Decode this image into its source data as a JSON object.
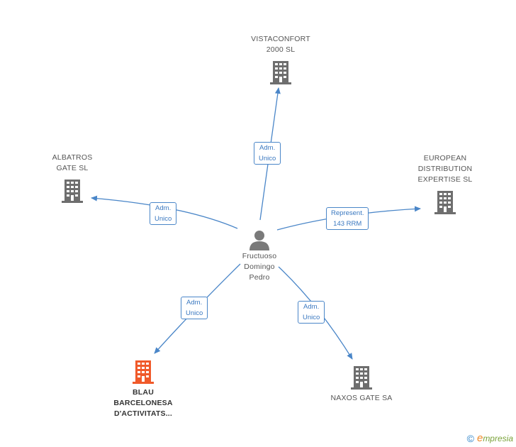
{
  "colors": {
    "edge": "#4a86c8",
    "company": "#6e6e6e",
    "highlight_company": "#f05a2a",
    "person": "#7a7a7a"
  },
  "center": {
    "name": "Fructuoso\nDomingo\nPedro",
    "icon": "person-icon"
  },
  "companies": {
    "vistaconfort": {
      "name": "VISTACONFORT\n2000  SL",
      "icon": "building-icon"
    },
    "albatros": {
      "name": "ALBATROS\nGATE SL",
      "icon": "building-icon"
    },
    "european": {
      "name": "EUROPEAN\nDISTRIBUTION\nEXPERTISE SL",
      "icon": "building-icon"
    },
    "blau": {
      "name": "BLAU\nBARCELONESA\nD'ACTIVITATS...",
      "icon": "building-icon"
    },
    "naxos": {
      "name": "NAXOS GATE SA",
      "icon": "building-icon"
    }
  },
  "relations": {
    "vistaconfort": "Adm.\nUnico",
    "albatros": "Adm.\nUnico",
    "european": "Represent.\n143 RRM",
    "blau": "Adm.\nUnico",
    "naxos": "Adm.\nUnico"
  },
  "footer": {
    "copyright": "©",
    "brand_initial": "e",
    "brand_rest": "mpresia"
  }
}
